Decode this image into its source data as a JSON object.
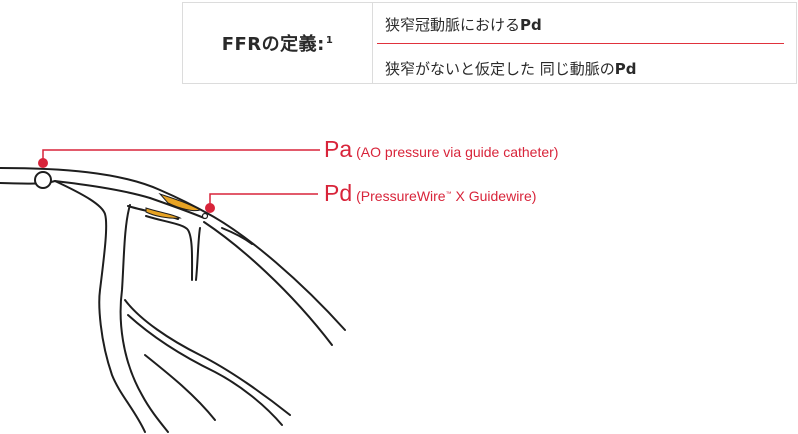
{
  "definition": {
    "label": "FFRの定義:",
    "footnote": "1",
    "numerator_text": "狭窄冠動脈における",
    "numerator_bold": "Pd",
    "denominator_text": "狭窄がないと仮定した 同じ動脈の",
    "denominator_bold": "Pd"
  },
  "annotations": {
    "pa": {
      "label": "Pa",
      "detail": "(AO pressure via guide catheter)"
    },
    "pd": {
      "label": "Pd",
      "detail_before": "(PressureWire",
      "trademark": "™",
      "detail_after": " X Guidewire)"
    }
  },
  "colors": {
    "accent_red": "#d8243a",
    "vessel_stroke": "#1e1e1e",
    "stenosis_fill": "#e7a324",
    "box_border": "#dcdcdc"
  }
}
